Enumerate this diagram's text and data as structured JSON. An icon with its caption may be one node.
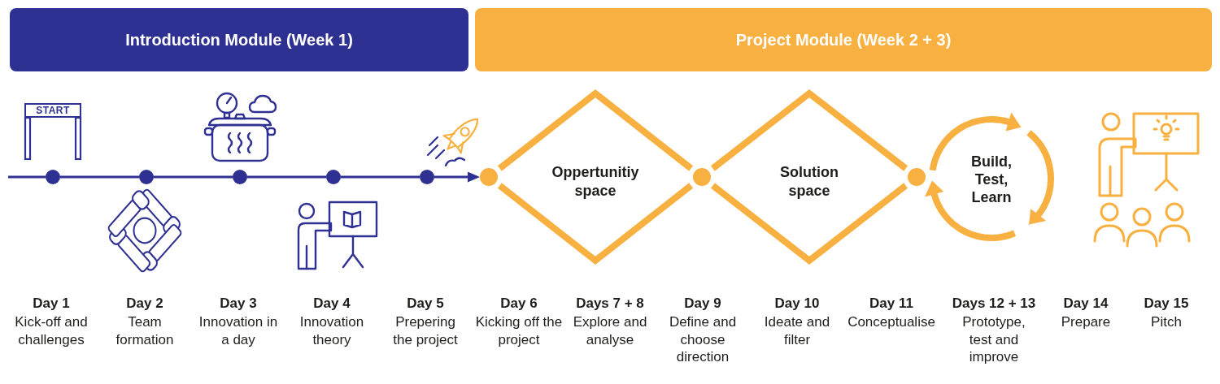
{
  "diagram": {
    "nodes": [
      {
        "text": [
          "Introduction Module (Week 1)"
        ]
      },
      {
        "text": [
          "Project Module (Week 2 + 3)"
        ]
      },
      {
        "text": [],
        "shape": "circle"
      },
      {
        "text": [],
        "shape": "circle"
      },
      {
        "text": [],
        "shape": "circle"
      },
      {
        "text": [],
        "shape": "circle"
      },
      {
        "text": [],
        "shape": "circle"
      },
      {
        "text": [],
        "shape": "circle"
      },
      {
        "text": [
          "Oppertunitiy space"
        ]
      },
      {
        "text": [],
        "shape": "circle"
      },
      {
        "text": [
          "Solution space"
        ]
      },
      {
        "text": [],
        "shape": "circle"
      },
      {
        "text": [
          "Build, Test, Learn"
        ]
      }
    ],
    "edges": [
      {
        "from": null,
        "to": 2,
        "arrow": "none"
      },
      {
        "from": 2,
        "to": 3,
        "arrow": "none"
      },
      {
        "from": 3,
        "to": 4,
        "arrow": "none"
      },
      {
        "from": 4,
        "to": 5,
        "arrow": "none"
      },
      {
        "from": 5,
        "to": 6,
        "arrow": "none"
      },
      {
        "from": 6,
        "to": 7,
        "arrow": "to"
      }
    ],
    "labels": [
      "START",
      "Day 1",
      "Kick-off and challenges",
      "Day 2",
      "Team formation",
      "Day 3",
      "Innovation in a day",
      "Day 4",
      "Innovation theory",
      "Day 5",
      "Prepering the project",
      "Day 6",
      "Kicking off the project",
      "Days 7 + 8",
      "Explore and analyse",
      "Day 9",
      "Define and choose direction",
      "Day 10",
      "Ideate and filter",
      "Day 11",
      "Conceptualise",
      "Days 12 + 13",
      "Prototype, test and improve",
      "Day 14",
      "Prepare",
      "Day 15",
      "Pitch"
    ]
  }
}
